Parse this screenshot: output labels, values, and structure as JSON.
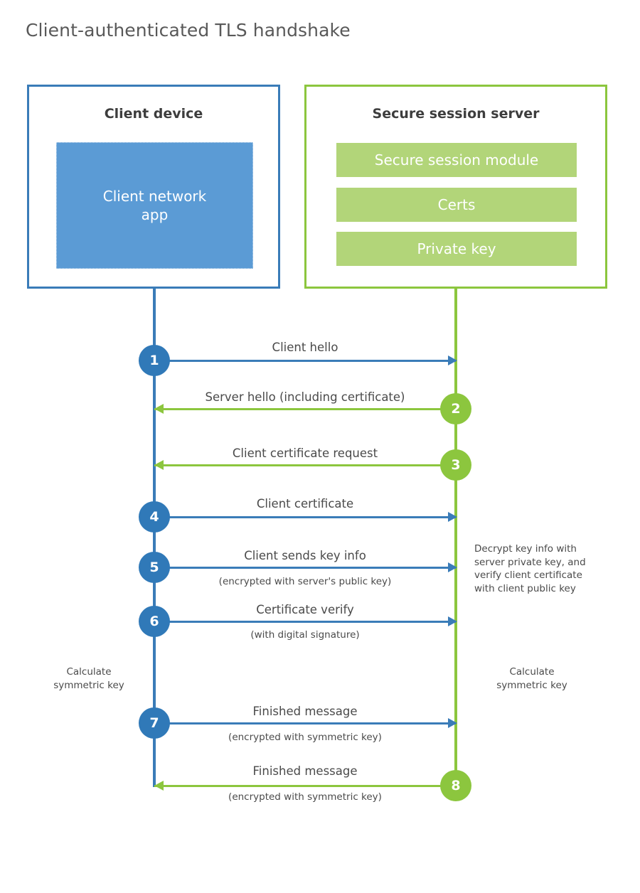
{
  "title": "Client-authenticated TLS handshake",
  "colors": {
    "client_accent": "#3a7cb8",
    "client_badge": "#3079b8",
    "client_app_fill": "#5b9bd5",
    "server_accent": "#8cc63e",
    "server_bar_fill": "#b2d579",
    "text": "#4a4a4a",
    "title_text": "#595959"
  },
  "actors": {
    "client": {
      "title": "Client device",
      "app_label": "Client network\napp"
    },
    "server": {
      "title": "Secure session server",
      "components": [
        "Secure session module",
        "Certs",
        "Private key"
      ]
    }
  },
  "messages": [
    {
      "step": "1",
      "label": "Client hello",
      "sublabel": "",
      "direction": "client-to-server"
    },
    {
      "step": "2",
      "label": "Server hello (including certificate)",
      "sublabel": "",
      "direction": "server-to-client"
    },
    {
      "step": "3",
      "label": "Client certificate request",
      "sublabel": "",
      "direction": "server-to-client"
    },
    {
      "step": "4",
      "label": "Client certificate",
      "sublabel": "",
      "direction": "client-to-server"
    },
    {
      "step": "5",
      "label": "Client sends key info",
      "sublabel": "(encrypted with server's public key)",
      "direction": "client-to-server"
    },
    {
      "step": "6",
      "label": "Certificate verify",
      "sublabel": "(with digital signature)",
      "direction": "client-to-server"
    },
    {
      "step": "7",
      "label": "Finished message",
      "sublabel": "(encrypted with symmetric key)",
      "direction": "client-to-server"
    },
    {
      "step": "8",
      "label": "Finished message",
      "sublabel": "(encrypted with symmetric key)",
      "direction": "server-to-client"
    }
  ],
  "notes": {
    "server_decrypt": "Decrypt key info with\nserver private key, and\nverify client certificate\nwith client public key",
    "client_calculate": "Calculate\nsymmetric key",
    "server_calculate": "Calculate\nsymmetric key"
  }
}
